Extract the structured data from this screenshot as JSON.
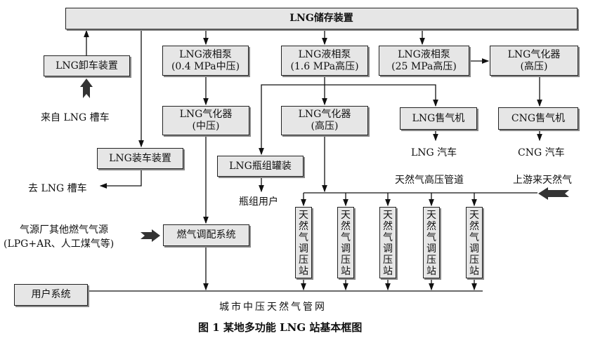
{
  "boxes": {
    "storage": "LNG储存装置",
    "unload": "LNG卸车装置",
    "pump1_l1": "LNG液相泵",
    "pump1_l2": "(0.4 MPa中压)",
    "pump2_l1": "LNG液相泵",
    "pump2_l2": "(1.6 MPa高压)",
    "pump3_l1": "LNG液相泵",
    "pump3_l2": "(25 MPa高压)",
    "vap_top_l1": "LNG气化器",
    "vap_top_l2": "(高压)",
    "vap_mid_l1": "LNG气化器",
    "vap_mid_l2": "(中压)",
    "vap_high_l1": "LNG气化器",
    "vap_high_l2": "(高压)",
    "lng_dispenser": "LNG售气机",
    "cng_dispenser": "CNG售气机",
    "loading": "LNG装车装置",
    "bottle_filling": "LNG瓶组罐装",
    "dispatch": "燃气调配系统",
    "user_system": "用户系统",
    "stations": [
      "天然气调压站",
      "天然气调压站",
      "天然气调压站",
      "天然气调压站",
      "天然气调压站"
    ]
  },
  "labels": {
    "from_tanker": "来自 LNG 槽车",
    "lng_vehicle": "LNG 汽车",
    "cng_vehicle": "CNG 汽车",
    "to_tanker": "去 LNG 槽车",
    "bottle_users": "瓶组用户",
    "hp_pipeline": "天然气高压管道",
    "upstream_gas": "上游来天然气",
    "other_source_l1": "气源厂其他燃气气源",
    "other_source_l2": "(LPG+AR、人工煤气等)",
    "city_network": "城市中压天然气管网",
    "caption": "图 1   某地多功能 LNG 站基本框图"
  }
}
